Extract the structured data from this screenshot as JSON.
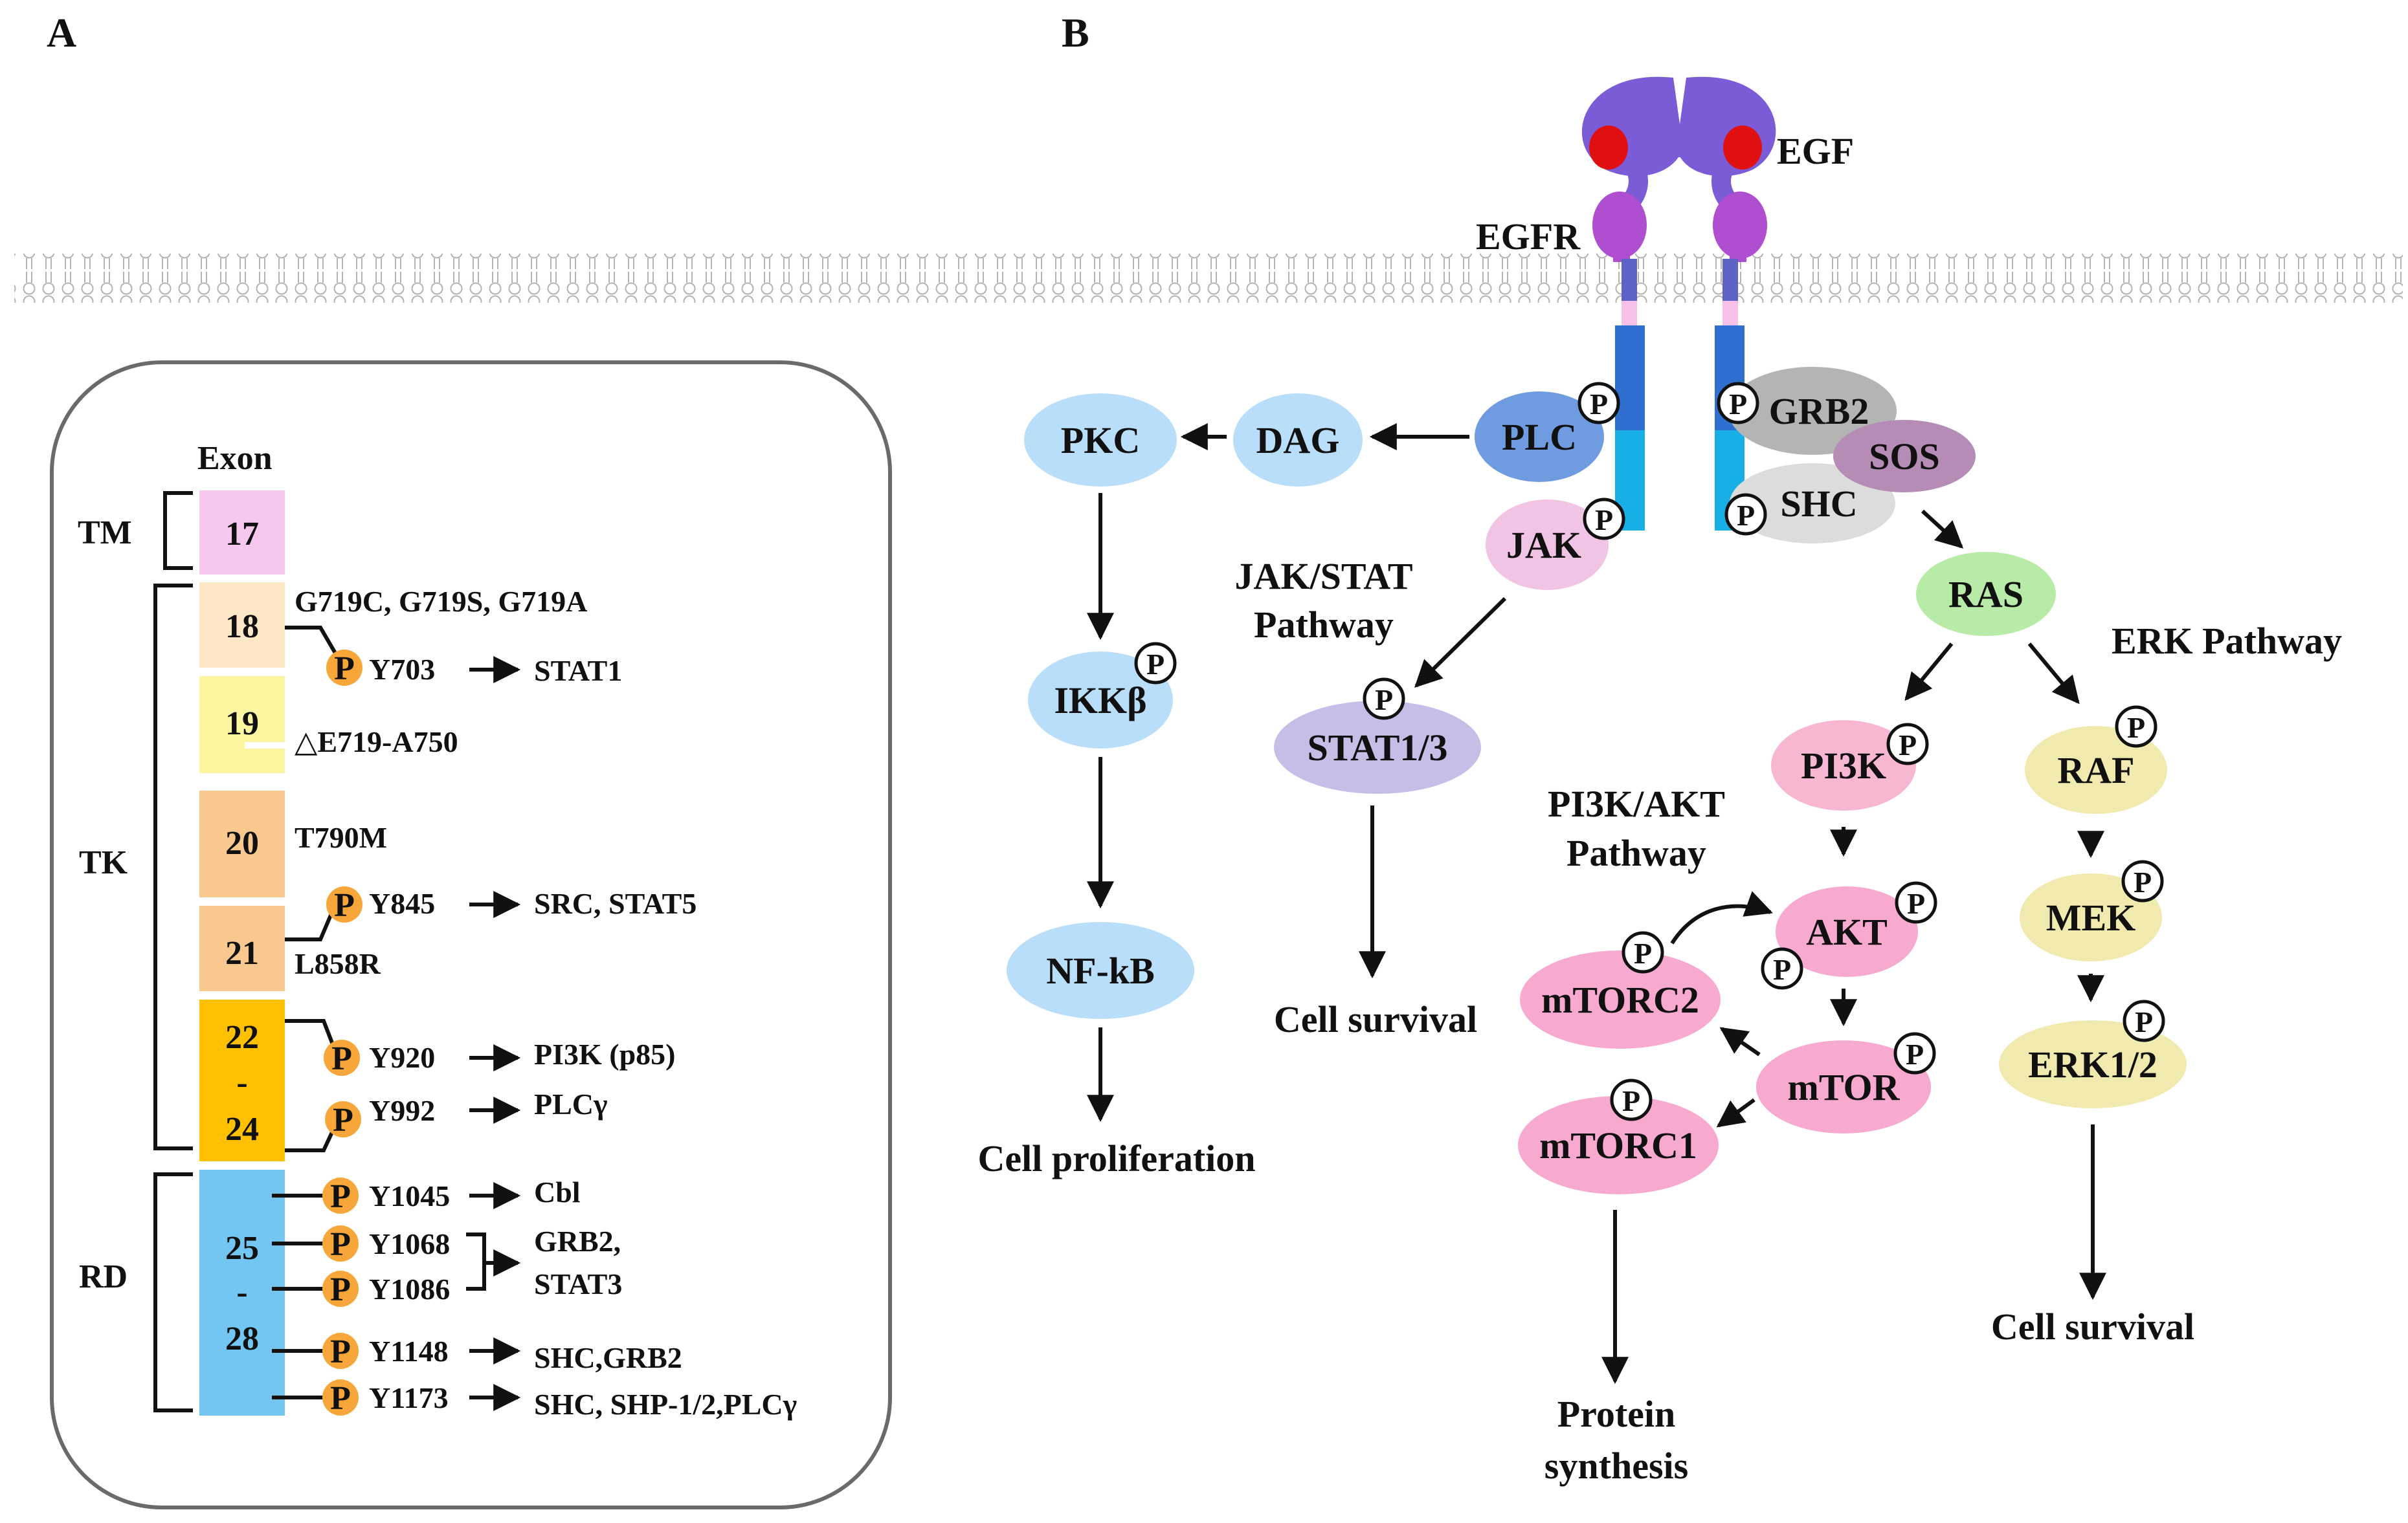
{
  "panels": {
    "a": "A",
    "b": "B"
  },
  "panel_a": {
    "exon_header": "Exon",
    "domains": {
      "tm": "TM",
      "tk": "TK",
      "rd": "RD"
    },
    "exons": {
      "e17": "17",
      "e18": "18",
      "e19": "19",
      "e20": "20",
      "e21": "21",
      "e22": "22",
      "e22dash": "-",
      "e24": "24",
      "e25": "25",
      "e25dash": "-",
      "e28": "28"
    },
    "mutations": {
      "g719": "G719C, G719S, G719A",
      "del19": "△E719-A750",
      "t790m": "T790M",
      "l858r": "L858R"
    },
    "p_glyph": "P",
    "sites": {
      "y703": "Y703",
      "y845": "Y845",
      "y920": "Y920",
      "y992": "Y992",
      "y1045": "Y1045",
      "y1068": "Y1068",
      "y1086": "Y1086",
      "y1148": "Y1148",
      "y1173": "Y1173"
    },
    "targets": {
      "y703": "STAT1",
      "y845": "SRC, STAT5",
      "y920": "PI3K (p85)",
      "y992": "PLCγ",
      "y1045": "Cbl",
      "y1068_a": "GRB2,",
      "y1068_b": "STAT3",
      "y1148": "SHC,GRB2",
      "y1173": "SHC, SHP-1/2,PLCγ"
    }
  },
  "panel_b": {
    "labels": {
      "egf": "EGF",
      "egfr": "EGFR"
    },
    "nodes": {
      "pkc": "PKC",
      "dag": "DAG",
      "plc": "PLC",
      "jak": "JAK",
      "grb2": "GRB2",
      "sos": "SOS",
      "shc": "SHC",
      "ras": "RAS",
      "ikkb": "IKKβ",
      "nfkb": "NF-kB",
      "stat": "STAT1/3",
      "pi3k": "PI3K",
      "raf": "RAF",
      "akt": "AKT",
      "mek": "MEK",
      "mtorc2": "mTORC2",
      "mtor": "mTOR",
      "mtorc1": "mTORC1",
      "erk": "ERK1/2"
    },
    "pathways": {
      "jakstat_1": "JAK/STAT",
      "jakstat_2": "Pathway",
      "erk": "ERK Pathway",
      "pi3k_1": "PI3K/AKT",
      "pi3k_2": "Pathway"
    },
    "outcomes": {
      "proliferation": "Cell proliferation",
      "survival_stat": "Cell survival",
      "protein_1": "Protein",
      "protein_2": "synthesis",
      "survival_erk": "Cell survival"
    },
    "p_glyph": "P"
  },
  "colors": {
    "receptor_purple": "#7b5bd6",
    "receptor_magenta": "#b04ed0",
    "egf_red": "#e01010",
    "tm_blue": "#2e6fd0",
    "icd_cyan": "#18aee6",
    "pkc_blue": "#b9defa",
    "plc_blue": "#6f9be0",
    "jak_pink": "#f2c4e4",
    "grb2_gray": "#b4b4b4",
    "sos_mauve": "#b58cb6",
    "shc_gray": "#dcdcdc",
    "ras_green": "#b8eaa8",
    "stat_lavender": "#c7bde6",
    "pi3k_pink": "#f7b6d2",
    "mtor_pink": "#f7a9cf",
    "erk_yellow": "#f0eaae",
    "p_orange": "#f7a63a",
    "exon17_pink": "#f6c8f0",
    "exon18_cream": "#fde7c6",
    "exon19_yellow": "#fdf6a0",
    "exon20_peach": "#f8c88e",
    "exon22_orange": "#ffc000",
    "exon25_blue": "#73c5f2"
  },
  "icons": {
    "phospho": "circled-P-icon",
    "membrane": "lipid-bilayer",
    "receptor": "egfr-dimer"
  }
}
